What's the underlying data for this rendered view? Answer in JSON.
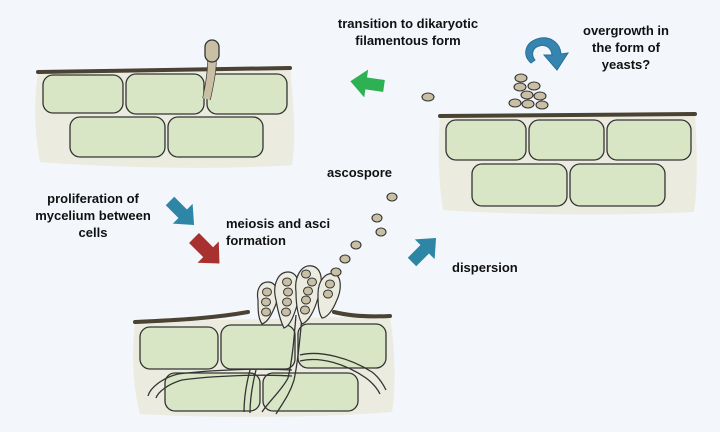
{
  "labels": {
    "transition": [
      "transition to dikaryotic",
      "filamentous form"
    ],
    "overgrowth": [
      "overgrowth in",
      "the form of",
      "yeasts?"
    ],
    "ascospore": "ascospore",
    "proliferation": [
      "proliferation of",
      "mycelium between",
      "cells"
    ],
    "meiosis": [
      "meiosis and asci",
      "formation"
    ],
    "dispersion": "dispersion"
  },
  "colors": {
    "background": "#f3f6fb",
    "tissue": "#ecebe0",
    "cell_fill": "#d8e6c6",
    "outline": "#333333",
    "cuticle": "#4a4232",
    "spore": "#c9bfa5",
    "arrow_teal": "#2e86a6",
    "arrow_red": "#a8302e",
    "arrow_green": "#2db152",
    "arrow_circular": "#3585b0"
  },
  "icons": [
    "arrow-right-down-icon",
    "arrow-up-right-icon",
    "arrow-left-icon",
    "circular-arrow-icon"
  ]
}
